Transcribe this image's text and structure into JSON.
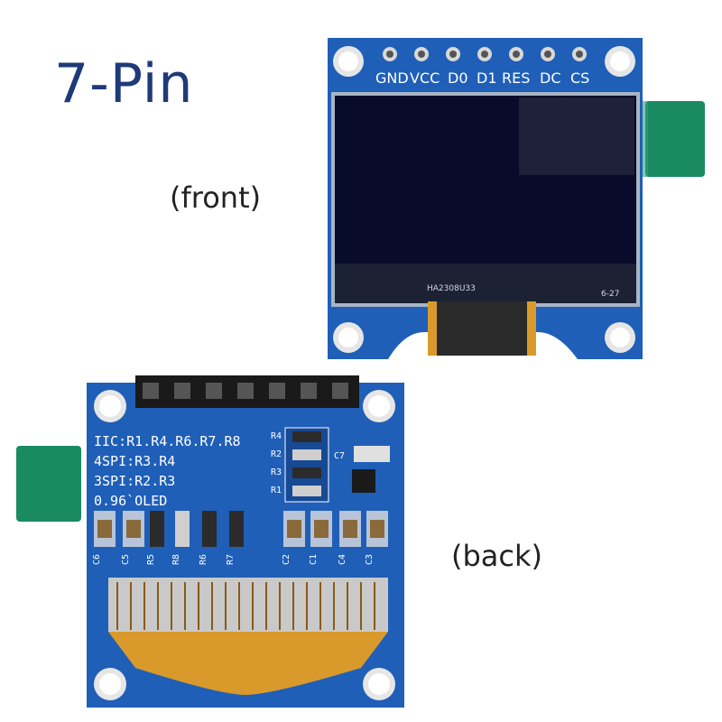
{
  "title": "7-Pin",
  "front_caption": "(front)",
  "back_caption": "(back)",
  "front_board": {
    "pins": [
      "GND",
      "VCC",
      "D0",
      "D1",
      "RES",
      "DC",
      "CS"
    ],
    "date_code": "6-27",
    "panel_code": "HA2308U33"
  },
  "back_board": {
    "silkscreen": [
      "IIC:R1.R4.R6.R7.R8",
      "4SPI:R3.R4",
      "3SPI:R2.R3",
      "0.96`OLED"
    ],
    "resistor_labels": [
      "R4",
      "R2",
      "R3",
      "R1"
    ],
    "cap_label": "C7",
    "bottom_labels": [
      "C6",
      "C5",
      "R5",
      "R8",
      "R6",
      "R7",
      "C2",
      "C1",
      "C4",
      "C3"
    ]
  },
  "colors": {
    "pcb": "#1f5fb8",
    "pcb_dark": "#174a94",
    "tab": "#1a8a63",
    "flex": "#d99a2b",
    "title": "#1e3a78"
  }
}
